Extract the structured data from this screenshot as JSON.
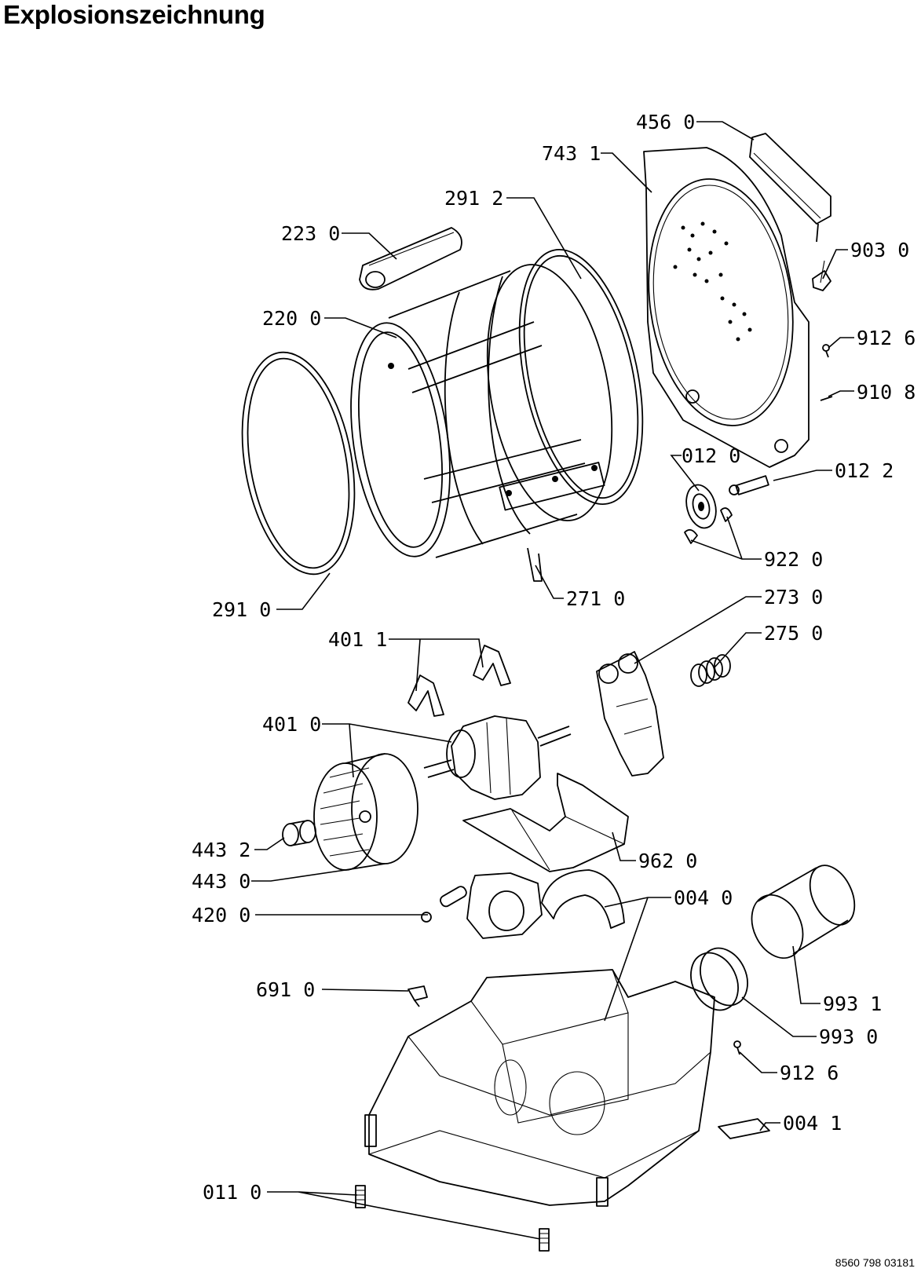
{
  "title": "Explosionszeichnung",
  "document_number": "8560 798 03181",
  "labels": [
    {
      "id": "456-0",
      "text": "456 0"
    },
    {
      "id": "743-1",
      "text": "743 1"
    },
    {
      "id": "291-2",
      "text": "291 2"
    },
    {
      "id": "223-0",
      "text": "223 0"
    },
    {
      "id": "903-0",
      "text": "903 0"
    },
    {
      "id": "220-0",
      "text": "220 0"
    },
    {
      "id": "912-6a",
      "text": "912 6"
    },
    {
      "id": "910-8",
      "text": "910 8"
    },
    {
      "id": "012-0",
      "text": "012 0"
    },
    {
      "id": "012-2",
      "text": "012 2"
    },
    {
      "id": "922-0",
      "text": "922 0"
    },
    {
      "id": "291-0",
      "text": "291 0"
    },
    {
      "id": "271-0",
      "text": "271 0"
    },
    {
      "id": "273-0",
      "text": "273 0"
    },
    {
      "id": "401-1",
      "text": "401 1"
    },
    {
      "id": "275-0",
      "text": "275 0"
    },
    {
      "id": "401-0",
      "text": "401 0"
    },
    {
      "id": "443-2",
      "text": "443 2"
    },
    {
      "id": "962-0",
      "text": "962 0"
    },
    {
      "id": "443-0",
      "text": "443 0"
    },
    {
      "id": "004-0",
      "text": "004 0"
    },
    {
      "id": "420-0",
      "text": "420 0"
    },
    {
      "id": "691-0",
      "text": "691 0"
    },
    {
      "id": "993-1",
      "text": "993 1"
    },
    {
      "id": "993-0",
      "text": "993 0"
    },
    {
      "id": "912-6b",
      "text": "912 6"
    },
    {
      "id": "004-1",
      "text": "004 1"
    },
    {
      "id": "011-0",
      "text": "011 0"
    }
  ]
}
